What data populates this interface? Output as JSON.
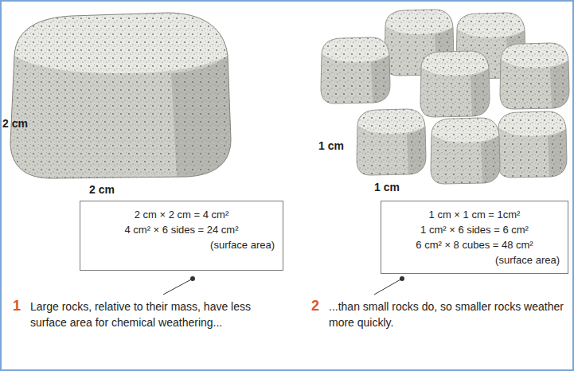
{
  "diagram": {
    "nodes": [
      {
        "text": [
          "2 cm × 2 cm = 4 cm²",
          "4 cm² × 6 sides = 24 cm²",
          "(surface area)"
        ]
      },
      {
        "text": [
          "1 cm × 1 cm = 1cm²",
          "1 cm² × 6 sides = 6 cm²",
          "6 cm² × 8 cubes = 48 cm²",
          "(surface area)"
        ]
      }
    ],
    "labels": [
      "2 cm",
      "2 cm",
      "1 cm",
      "1 cm",
      "1",
      "Large rocks, relative to their mass, have less surface area for chemical weathering...",
      "2",
      "...than small rocks do, so smaller rocks weather more quickly."
    ]
  }
}
